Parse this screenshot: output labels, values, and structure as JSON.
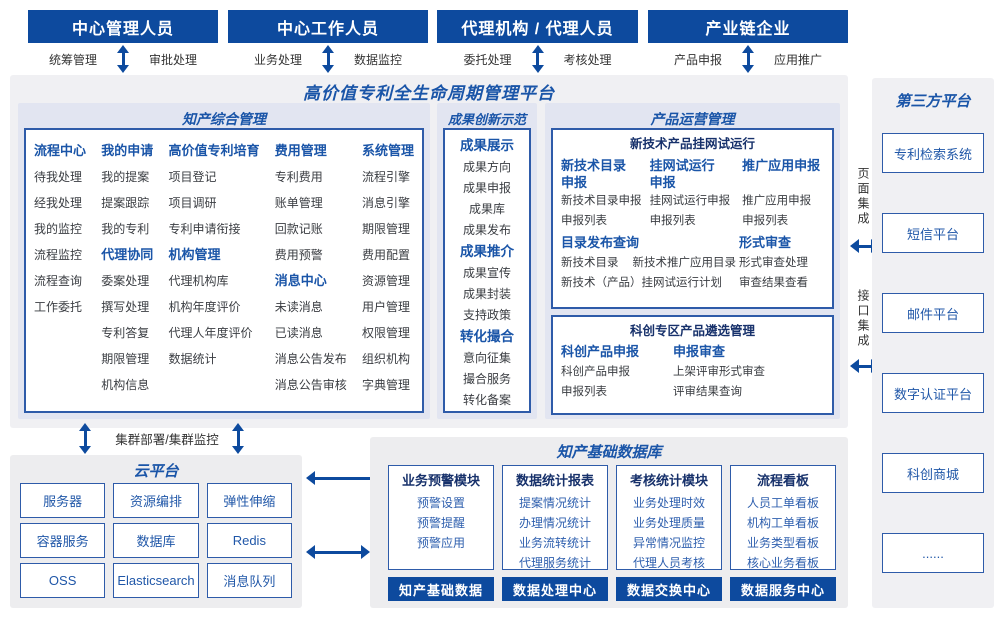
{
  "top_roles": [
    {
      "title": "中心管理人员",
      "left": "统筹管理",
      "right": "审批处理"
    },
    {
      "title": "中心工作人员",
      "left": "业务处理",
      "right": "数据监控"
    },
    {
      "title": "代理机构 / 代理人员",
      "left": "委托处理",
      "right": "考核处理"
    },
    {
      "title": "产业链企业",
      "left": "产品申报",
      "right": "应用推广"
    }
  ],
  "platform": {
    "title": "高价值专利全生命周期管理平台",
    "zhichan": {
      "title": "知产综合管理",
      "columns": [
        {
          "entries": [
            {
              "h": "流程中心"
            },
            "待我处理",
            "经我处理",
            "我的监控",
            "流程监控",
            "流程查询",
            "工作委托"
          ]
        },
        {
          "entries": [
            {
              "h": "我的申请"
            },
            "我的提案",
            "提案跟踪",
            "我的专利",
            {
              "h": "代理协同"
            },
            "委案处理",
            "撰写处理",
            "专利答复",
            "期限管理",
            "机构信息"
          ]
        },
        {
          "entries": [
            {
              "h": "高价值专利培育"
            },
            "项目登记",
            "项目调研",
            "专利申请衔接",
            {
              "h": "机构管理"
            },
            "代理机构库",
            "机构年度评价",
            "代理人年度评价",
            "数据统计"
          ]
        },
        {
          "entries": [
            {
              "h": "费用管理"
            },
            "专利费用",
            "账单管理",
            "回款记账",
            "费用预警",
            {
              "h": "消息中心"
            },
            "未读消息",
            "已读消息",
            "消息公告发布",
            "消息公告审核"
          ]
        },
        {
          "entries": [
            {
              "h": "系统管理"
            },
            "流程引擎",
            "消息引擎",
            "期限管理",
            "费用配置",
            "资源管理",
            "用户管理",
            "权限管理",
            "组织机构",
            "字典管理"
          ]
        }
      ]
    },
    "chengguo": {
      "title": "成果创新示范",
      "entries": [
        {
          "h": "成果展示"
        },
        "成果方向",
        "成果申报",
        "成果库",
        "成果发布",
        {
          "h": "成果推介"
        },
        "成果宣传",
        "成果封装",
        "支持政策",
        {
          "h": "转化撮合"
        },
        "意向征集",
        "撮合服务",
        "转化备案"
      ]
    },
    "chanpin": {
      "title": "产品运营管理",
      "groupA": {
        "title": "新技术产品挂网试运行",
        "cols": [
          {
            "head": "新技术目录\n申报",
            "items": [
              "新技术目录申报",
              "申报列表"
            ]
          },
          {
            "head": "挂网试运行\n申报",
            "items": [
              "挂网试运行申报",
              "申报列表"
            ]
          },
          {
            "head": "推广应用申报",
            "items": [
              "推广应用申报",
              "申报列表"
            ]
          }
        ],
        "catalog": {
          "head": "目录发布查询",
          "line1a": "新技术目录",
          "line1b": "新技术推广应用目录",
          "line2": "新技术（产品）挂网试运行计划"
        },
        "review": {
          "head": "形式审查",
          "items": [
            "形式审查处理",
            "审查结果查看"
          ]
        }
      },
      "groupB": {
        "title": "科创专区产品遴选管理",
        "cols": [
          {
            "head": "科创产品申报",
            "items": [
              "科创产品申报",
              "申报列表"
            ]
          },
          {
            "head": "申报审查",
            "items": [
              "上架评审形式审查",
              "评审结果查询"
            ]
          }
        ]
      }
    }
  },
  "integration": {
    "page_label": "页面集成",
    "api_label": "接口集成"
  },
  "third_party": {
    "title": "第三方平台",
    "items": [
      "专利检索系统",
      "短信平台",
      "邮件平台",
      "数字认证平台",
      "科创商城",
      "......"
    ]
  },
  "cluster_label": "集群部署/集群监控",
  "cloud": {
    "title": "云平台",
    "items": [
      "服务器",
      "资源编排",
      "弹性伸缩",
      "容器服务",
      "数据库",
      "Redis",
      "OSS",
      "Elasticsearch",
      "消息队列"
    ]
  },
  "database": {
    "title": "知产基础数据库",
    "modules": [
      {
        "title": "业务预警模块",
        "items": [
          "预警设置",
          "预警提醒",
          "预警应用"
        ],
        "footer": "知产基础数据"
      },
      {
        "title": "数据统计报表",
        "items": [
          "提案情况统计",
          "办理情况统计",
          "业务流转统计",
          "代理服务统计"
        ],
        "footer": "数据处理中心"
      },
      {
        "title": "考核统计模块",
        "items": [
          "业务处理时效",
          "业务处理质量",
          "异常情况监控",
          "代理人员考核"
        ],
        "footer": "数据交换中心"
      },
      {
        "title": "流程看板",
        "items": [
          "人员工单看板",
          "机构工单看板",
          "业务类型看板",
          "核心业务看板"
        ],
        "footer": "数据服务中心"
      }
    ]
  }
}
